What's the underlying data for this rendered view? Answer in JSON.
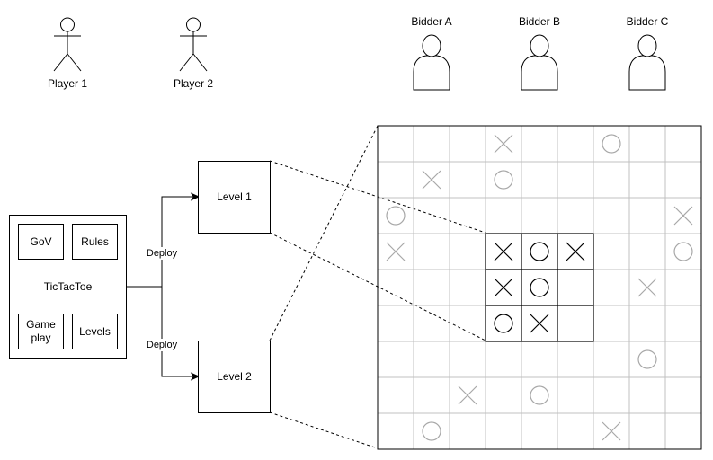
{
  "actors": {
    "player1": "Player 1",
    "player2": "Player 2",
    "bidder_a": "Bidder A",
    "bidder_b": "Bidder B",
    "bidder_c": "Bidder C"
  },
  "tictactoe": {
    "title": "TicTacToe",
    "gov": "GoV",
    "rules": "Rules",
    "gameplay": "Game\nplay",
    "levels": "Levels"
  },
  "arrows": {
    "deploy_top": "Deploy",
    "deploy_bottom": "Deploy"
  },
  "levels": {
    "level1": "Level 1",
    "level2": "Level 2"
  },
  "board": {
    "columns": 9,
    "rows": 9,
    "grid_color": "#c0c0c0",
    "faded_marks": [
      {
        "c": 3,
        "r": 0,
        "m": "X"
      },
      {
        "c": 6,
        "r": 0,
        "m": "O"
      },
      {
        "c": 1,
        "r": 1,
        "m": "X"
      },
      {
        "c": 3,
        "r": 1,
        "m": "O"
      },
      {
        "c": 0,
        "r": 2,
        "m": "O"
      },
      {
        "c": 8,
        "r": 2,
        "m": "X"
      },
      {
        "c": 0,
        "r": 3,
        "m": "X"
      },
      {
        "c": 8,
        "r": 3,
        "m": "O"
      },
      {
        "c": 7,
        "r": 4,
        "m": "X"
      },
      {
        "c": 7,
        "r": 6,
        "m": "O"
      },
      {
        "c": 2,
        "r": 7,
        "m": "X"
      },
      {
        "c": 4,
        "r": 7,
        "m": "O"
      },
      {
        "c": 1,
        "r": 8,
        "m": "O"
      },
      {
        "c": 6,
        "r": 8,
        "m": "X"
      }
    ],
    "inner": {
      "col": 3,
      "row": 3,
      "size": 3,
      "marks": [
        [
          "X",
          "O",
          "X"
        ],
        [
          "X",
          "O",
          ""
        ],
        [
          "O",
          "X",
          ""
        ]
      ]
    }
  }
}
